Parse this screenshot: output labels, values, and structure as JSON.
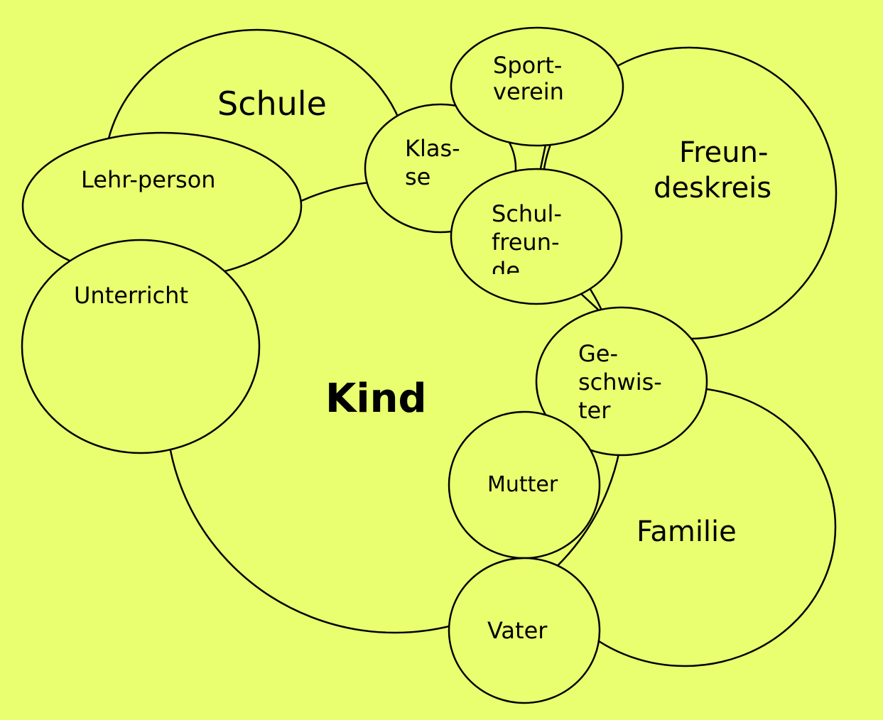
{
  "diagram": {
    "core": "Kind",
    "circles": {
      "schule": "Schule",
      "lehrperson": "Lehr-person",
      "unterricht": "Unterricht",
      "klasse": [
        "Klas-",
        "se"
      ],
      "sportverein": [
        "Sport-",
        "verein"
      ],
      "freundeskreis": [
        "Freun-",
        "deskreis"
      ],
      "schulfreunde": [
        "Schul-",
        "freun-",
        "de"
      ],
      "geschwister": [
        "Ge-",
        "schwis-",
        "ter"
      ],
      "mutter": "Mutter",
      "familie": "Familie",
      "vater": "Vater"
    }
  },
  "colors": {
    "background": "#e9ff6f",
    "stroke": "#000000",
    "text": "#000000"
  }
}
